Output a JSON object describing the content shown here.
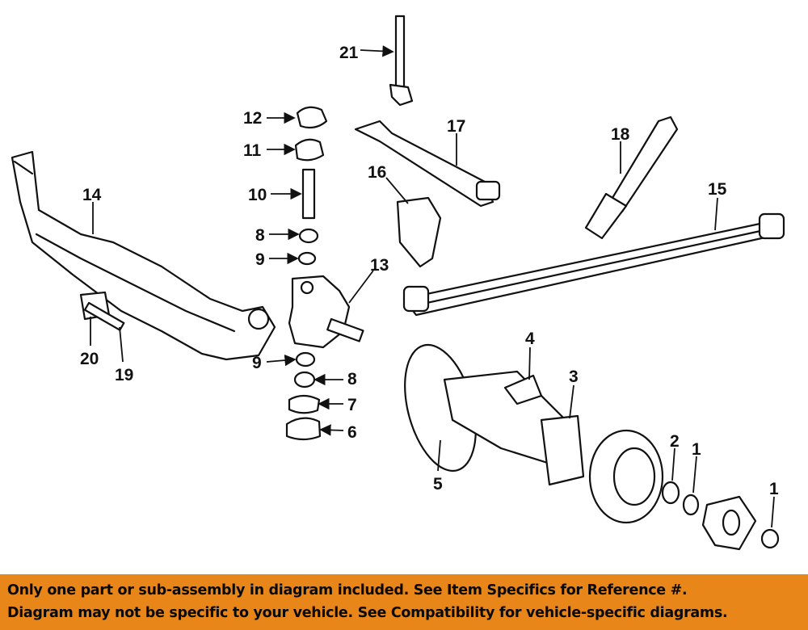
{
  "diagram": {
    "callouts": {
      "c21": "21",
      "c12": "12",
      "c11": "11",
      "c10": "10",
      "c8a": "8",
      "c9a": "9",
      "c13": "13",
      "c14": "14",
      "c16": "16",
      "c17": "17",
      "c18": "18",
      "c15": "15",
      "c20": "20",
      "c19": "19",
      "c9b": "9",
      "c8b": "8",
      "c7": "7",
      "c6": "6",
      "c4": "4",
      "c3": "3",
      "c5": "5",
      "c2": "2",
      "c1a": "1",
      "c1b": "1"
    }
  },
  "banner": {
    "line1": "Only one part or sub-assembly in diagram included. See Item Specifics for Reference #.",
    "line2": "Diagram may not be specific to your vehicle. See Compatibility for vehicle-specific diagrams."
  },
  "colors": {
    "banner": "#E8861A",
    "ink": "#111111"
  }
}
